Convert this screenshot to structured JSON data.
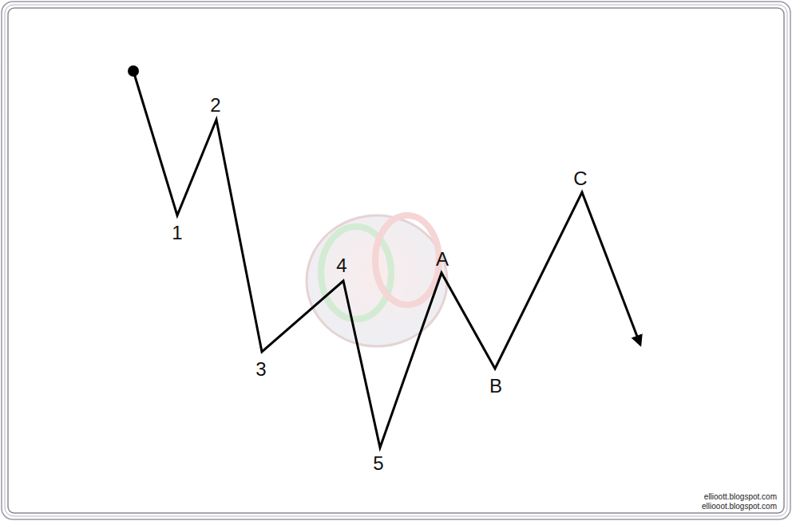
{
  "diagram": {
    "labels": [
      "1",
      "2",
      "3",
      "4",
      "5",
      "A",
      "B",
      "C",
      "ellioott.blogspot.com",
      "elliooot.blogspot.com"
    ]
  }
}
